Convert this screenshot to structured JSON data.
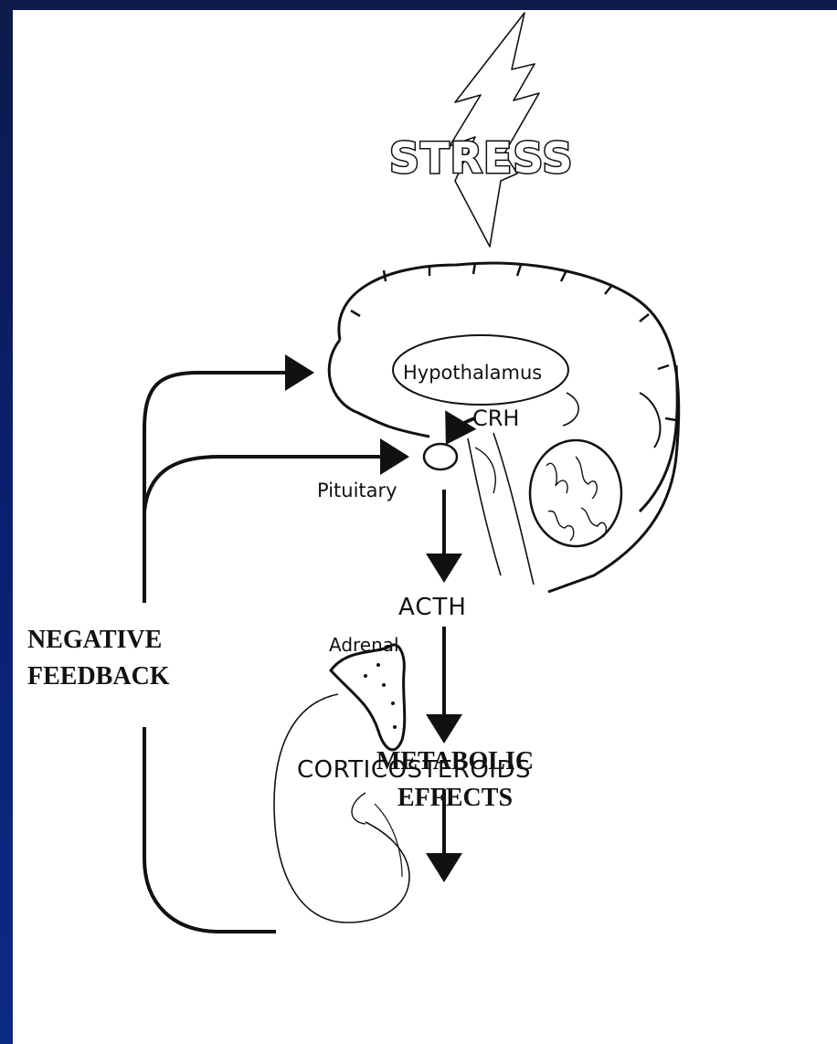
{
  "diagram": {
    "stress_label": "STRESS",
    "hypothalamus_label": "Hypothalamus",
    "crh_label": "CRH",
    "pituitary_label": "Pituitary",
    "acth_label": "ACTH",
    "adrenal_label": "Adrenal",
    "corticosteroids_label": "CORTICOSTEROIDS",
    "negative_feedback": {
      "line1": "NEGATIVE",
      "line2": "FEEDBACK"
    },
    "metabolic_effects": {
      "line1": "METABOLIC",
      "line2": "EFFECTS"
    }
  },
  "colors": {
    "background_blue": "#0b2a86",
    "panel": "#ffffff",
    "ink": "#111111"
  }
}
